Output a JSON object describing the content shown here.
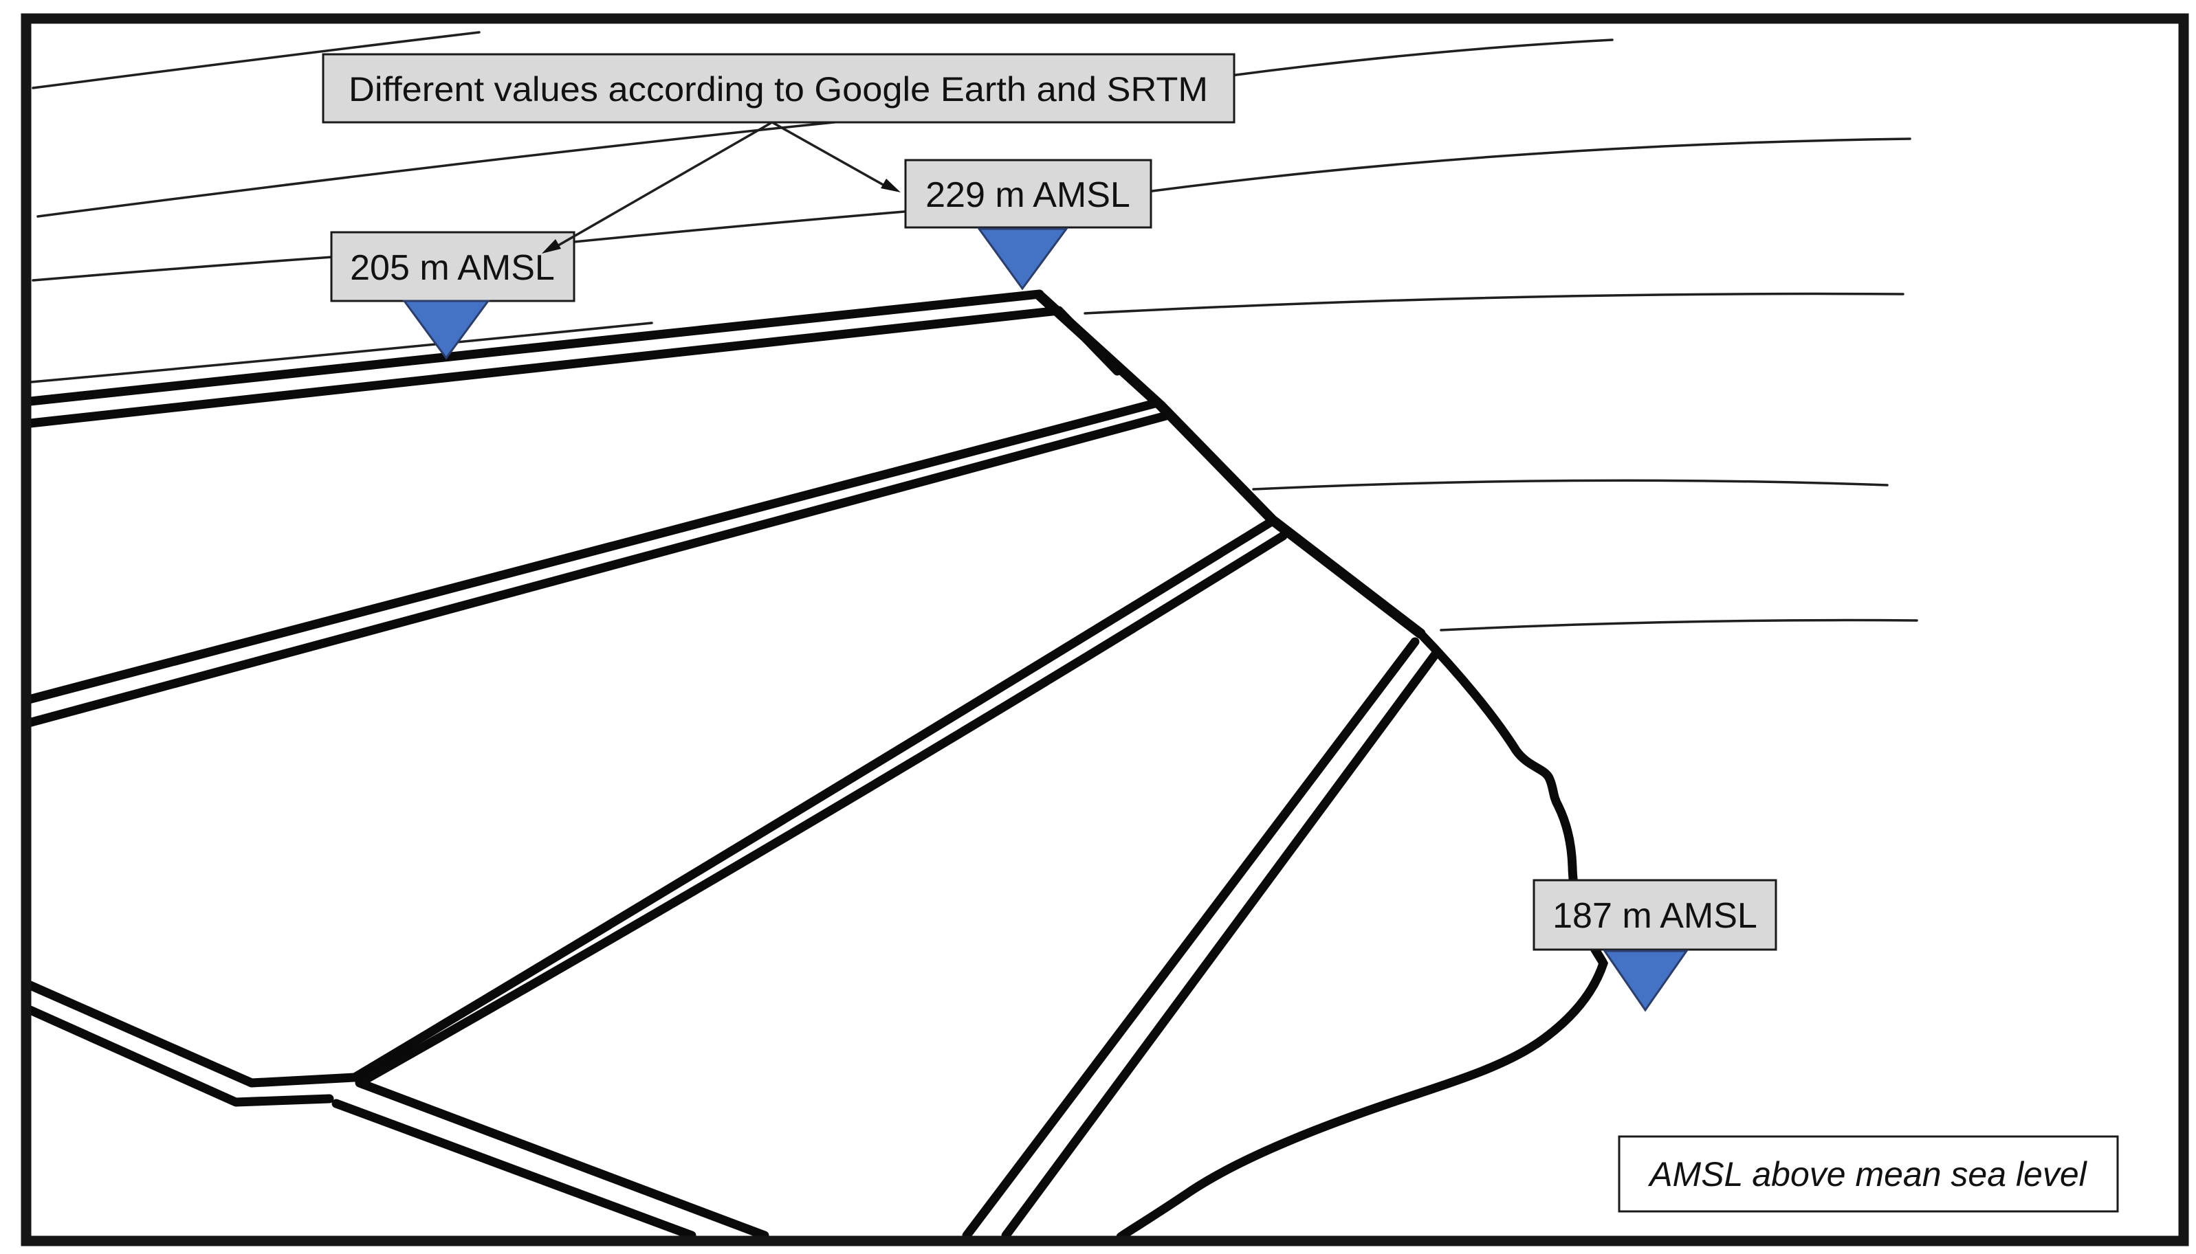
{
  "figure": {
    "title_annotation": "Different values according to Google Earth and SRTM",
    "legend_note": "AMSL above mean sea level",
    "elevation_markers": [
      {
        "label": "205 m AMSL",
        "value_m": 205
      },
      {
        "label": "229 m AMSL",
        "value_m": 229
      },
      {
        "label": "187 m AMSL",
        "value_m": 187
      }
    ],
    "icons": [
      {
        "name": "inverted-triangle-marker-icon"
      },
      {
        "name": "arrowhead-icon"
      }
    ],
    "colors": {
      "marker_fill": "#4472c4",
      "marker_border": "#2c3e6b",
      "callout_fill": "#d9d9d9",
      "callout_border": "#1a1a1a",
      "legend_fill": "#ffffff",
      "ink": "#141414",
      "background": "#ffffff"
    }
  }
}
